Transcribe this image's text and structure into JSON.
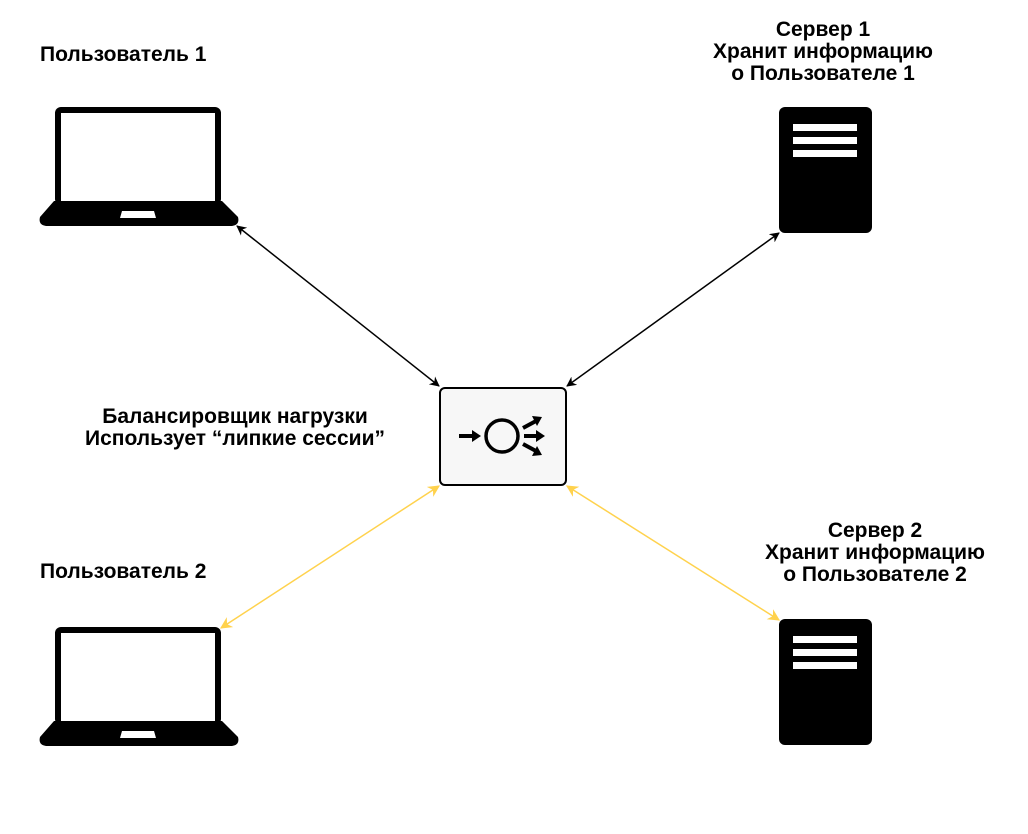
{
  "nodes": {
    "user1": {
      "label": "Пользователь 1",
      "icon": "laptop-icon"
    },
    "user2": {
      "label": "Пользователь 2",
      "icon": "laptop-icon"
    },
    "server1": {
      "lines": [
        "Сервер 1",
        "Хранит информацию",
        "о Пользователе 1"
      ],
      "icon": "server-icon"
    },
    "server2": {
      "lines": [
        "Сервер 2",
        "Хранит информацию",
        "о Пользователе 2"
      ],
      "icon": "server-icon"
    },
    "balancer": {
      "lines": [
        "Балансировщик нагрузки",
        "Использует “липкие сессии”"
      ],
      "icon": "load-balancer-icon"
    }
  },
  "edges": [
    {
      "from": "user1",
      "to": "balancer",
      "color": "#000000",
      "bidirectional": true
    },
    {
      "from": "server1",
      "to": "balancer",
      "color": "#000000",
      "bidirectional": true
    },
    {
      "from": "user2",
      "to": "balancer",
      "color": "#FFD24D",
      "bidirectional": true
    },
    {
      "from": "server2",
      "to": "balancer",
      "color": "#FFD24D",
      "bidirectional": true
    }
  ],
  "colors": {
    "sticky_session": "#FFD24D",
    "default_link": "#000000",
    "balancer_fill": "#F7F7F7"
  }
}
